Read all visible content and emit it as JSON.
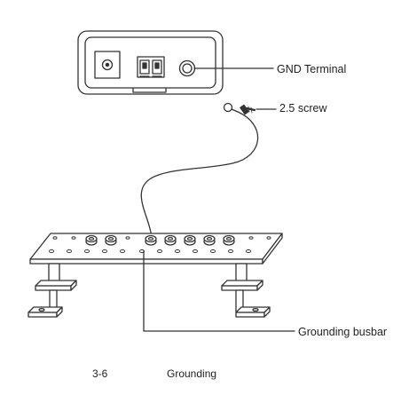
{
  "labels": {
    "gnd_terminal": "GND Terminal",
    "screw": "2.5 screw",
    "grounding_busbar": "Grounding busbar"
  },
  "caption": {
    "number": "3-6",
    "title": "Grounding"
  },
  "colors": {
    "line": "#333333",
    "fill": "#ffffff"
  }
}
